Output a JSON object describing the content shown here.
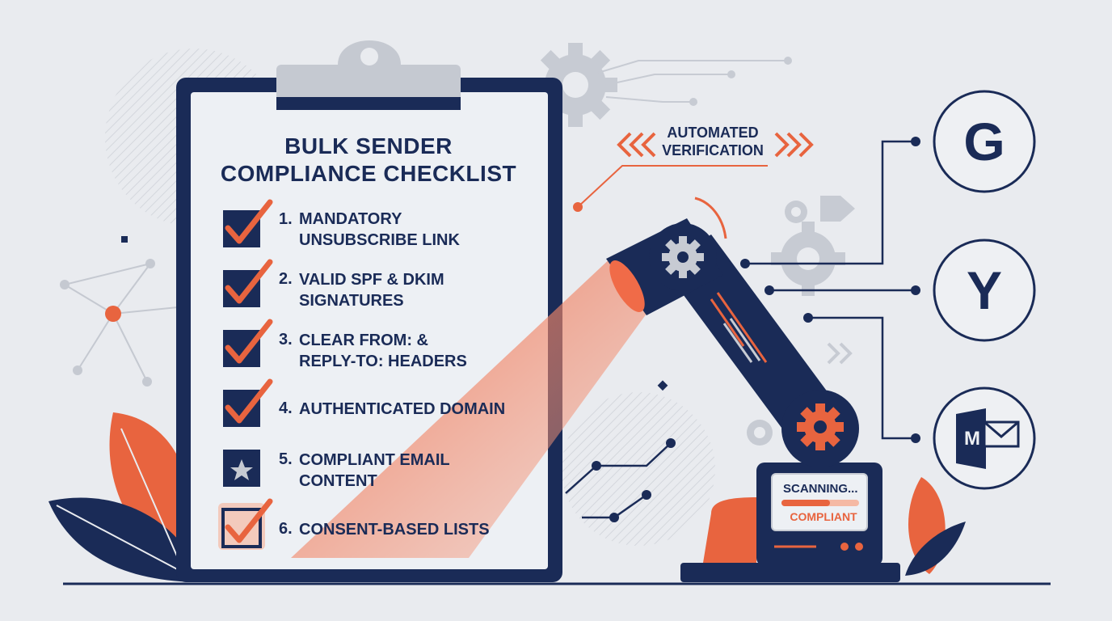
{
  "checklist": {
    "title_line1": "BULK SENDER",
    "title_line2": "COMPLIANCE CHECKLIST",
    "items": [
      {
        "num": "1.",
        "text": "MANDATORY\nUNSUBSCRIBE LINK",
        "status": "checked"
      },
      {
        "num": "2.",
        "text": "VALID SPF & DKIM\nSIGNATURES",
        "status": "checked"
      },
      {
        "num": "3.",
        "text": "CLEAR FROM: &\nREPLY-TO: HEADERS",
        "status": "checked"
      },
      {
        "num": "4.",
        "text": "AUTHENTICATED DOMAIN",
        "status": "checked"
      },
      {
        "num": "5.",
        "text": "COMPLIANT EMAIL\nCONTENT",
        "status": "star"
      },
      {
        "num": "6.",
        "text": "CONSENT-BASED LISTS",
        "status": "checked-highlighted"
      }
    ]
  },
  "verification_label": "AUTOMATED\nVERIFICATION",
  "robot_screen": {
    "line1": "SCANNING...",
    "line2": "COMPLIANT"
  },
  "providers": [
    {
      "name": "google-logo",
      "letter": "G"
    },
    {
      "name": "yahoo-logo",
      "letter": "Y"
    },
    {
      "name": "outlook-logo",
      "letter": "M"
    }
  ],
  "colors": {
    "navy": "#1a2b57",
    "accent": "#e8643f",
    "background": "#e9ebef",
    "clipboard_paper": "#edf0f4",
    "gear_gray": "#c7cbd3"
  }
}
